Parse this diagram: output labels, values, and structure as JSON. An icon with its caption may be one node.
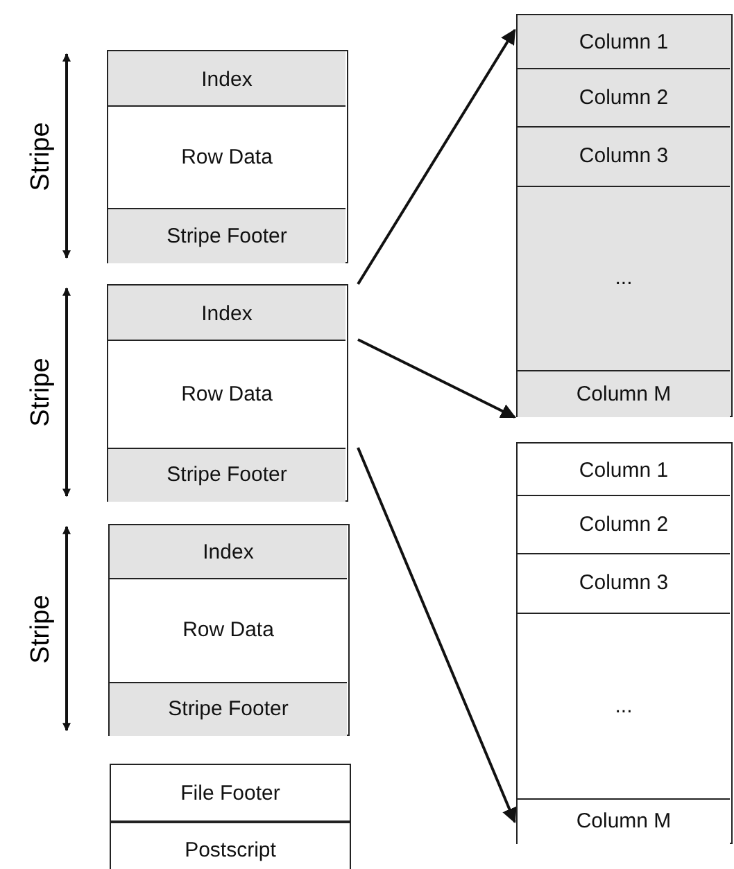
{
  "diagram": {
    "nodes": [
      {
        "text": [],
        "shape": "box"
      },
      {
        "text": [
          "Index"
        ],
        "in": 0
      },
      {
        "text": [
          "Row Data"
        ],
        "in": 0
      },
      {
        "text": [
          "Stripe Footer"
        ],
        "in": 0
      },
      {
        "text": [],
        "shape": "box"
      },
      {
        "text": [
          "Index"
        ],
        "in": 4
      },
      {
        "text": [
          "Row Data"
        ],
        "in": 4
      },
      {
        "text": [
          "Stripe Footer"
        ],
        "in": 4
      },
      {
        "text": [],
        "shape": "box"
      },
      {
        "text": [
          "Index"
        ],
        "in": 8
      },
      {
        "text": [
          "Row Data"
        ],
        "in": 8
      },
      {
        "text": [
          "Stripe Footer"
        ],
        "in": 8
      },
      {
        "text": [
          "File Footer"
        ]
      },
      {
        "text": [
          "Postscript"
        ]
      },
      {
        "text": [],
        "shape": "box"
      },
      {
        "text": [
          "Column 1"
        ],
        "in": 14
      },
      {
        "text": [
          "Column 2"
        ],
        "in": 14
      },
      {
        "text": [
          "Column 3"
        ],
        "in": 14
      },
      {
        "text": [
          "..."
        ],
        "in": 14
      },
      {
        "text": [
          "Column M"
        ],
        "in": 14
      },
      {
        "text": [],
        "shape": "box"
      },
      {
        "text": [
          "Column 1"
        ],
        "in": 20
      },
      {
        "text": [
          "Column 2"
        ],
        "in": 20
      },
      {
        "text": [
          "Column 3"
        ],
        "in": 20
      },
      {
        "text": [
          "..."
        ],
        "in": 20
      },
      {
        "text": [
          "Column M"
        ],
        "in": 20
      }
    ],
    "edges": [
      {
        "from": 5,
        "to": 14,
        "arrow": "to"
      },
      {
        "from": 5,
        "to": 14,
        "arrow": "to"
      },
      {
        "from": 6,
        "to": 20,
        "arrow": "to"
      }
    ],
    "labels": [
      "Stripe",
      "Stripe",
      "Stripe"
    ]
  }
}
